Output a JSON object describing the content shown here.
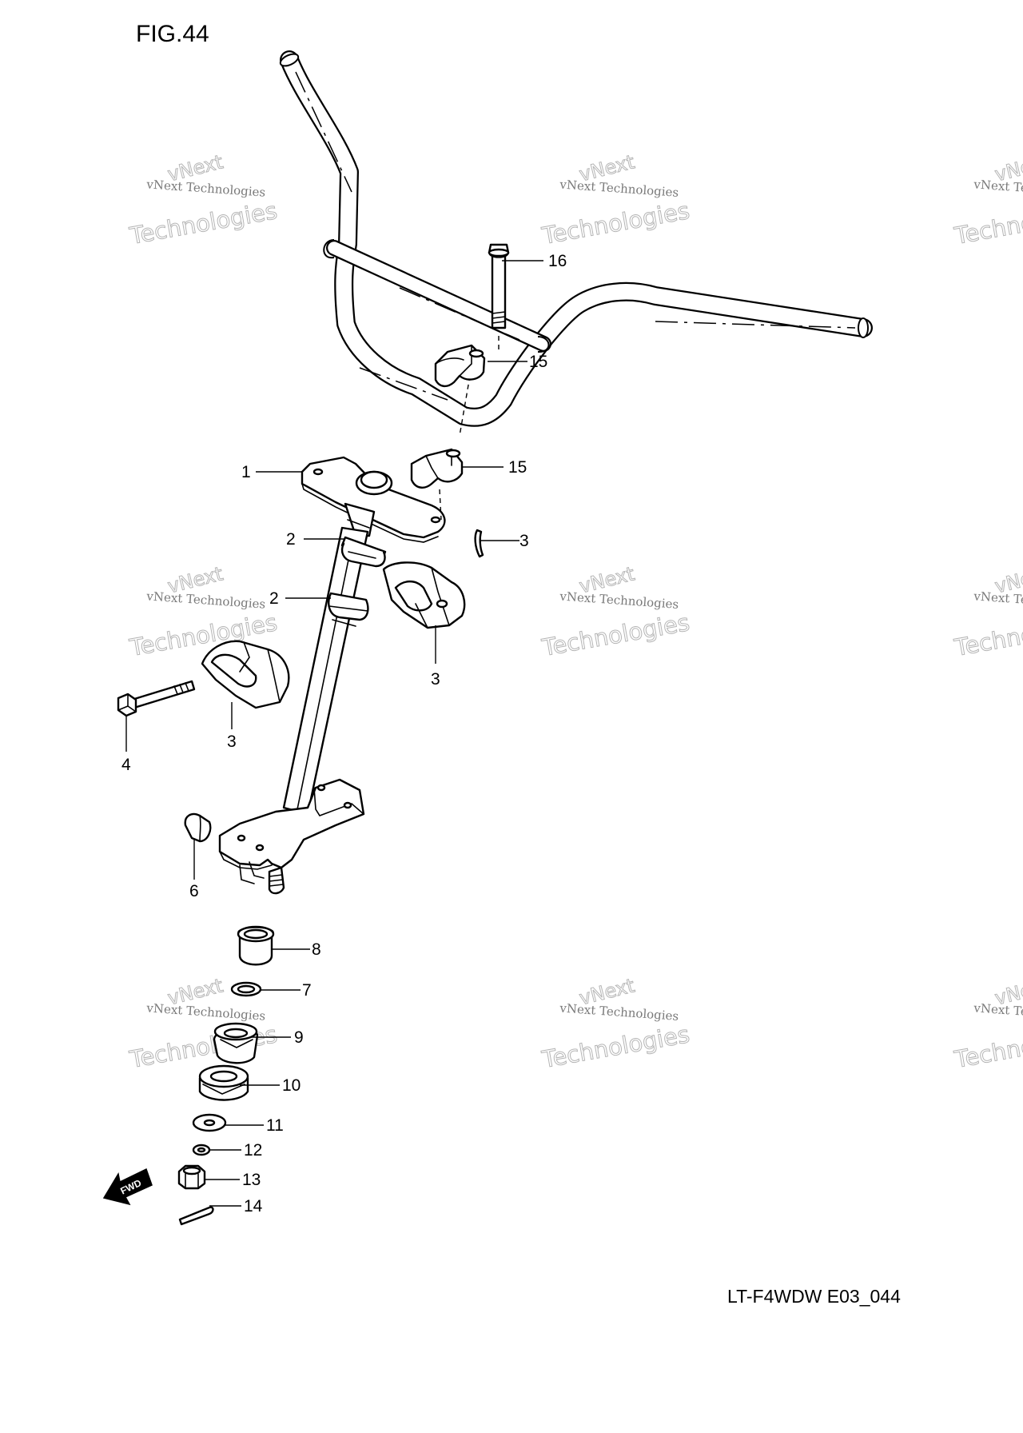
{
  "figure": {
    "title": "FIG.44",
    "code": "LT-F4WDW E03_044"
  },
  "watermark": {
    "line_small": "vNext Technologies",
    "line_arc": "vNext",
    "line_large": "Technologies"
  },
  "fwd_arrow": {
    "label": "FWD"
  },
  "callouts": {
    "c1": "1",
    "c2a": "2",
    "c2b": "2",
    "c3a": "3",
    "c3b": "3",
    "c3c": "3",
    "c4": "4",
    "c6": "6",
    "c7": "7",
    "c8": "8",
    "c9": "9",
    "c10": "10",
    "c11": "11",
    "c12": "12",
    "c13": "13",
    "c14": "14",
    "c15a": "15",
    "c15b": "15",
    "c16": "16"
  }
}
